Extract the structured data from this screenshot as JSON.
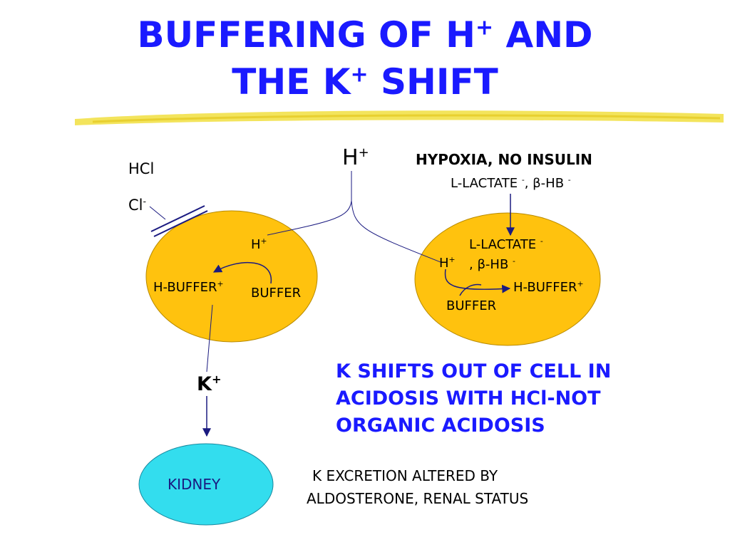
{
  "title": {
    "line1": "BUFFERING OF H",
    "line1_sup": "+",
    "line1_end": " AND",
    "line2": "THE K",
    "line2_sup": "+",
    "line2_end": " SHIFT"
  },
  "left": {
    "hcl": "HCl",
    "cl": "Cl",
    "cl_sup": "-",
    "h": "H",
    "h_sup": "+",
    "hbuffer": "H-BUFFER",
    "hbuffer_sup": "+",
    "buffer": "BUFFER",
    "k": "K",
    "k_sup": "+",
    "kidney": "KIDNEY"
  },
  "top": {
    "h": "H",
    "h_sup": "+"
  },
  "right": {
    "hypoxia": "HYPOXIA, NO INSULIN",
    "lactate_a": "L-LACTATE ",
    "lactate_a_sup": "-",
    "hb_a": ",  β-HB ",
    "hb_a_sup": "-",
    "lactate_b": "L-LACTATE ",
    "lactate_b_sup": "-",
    "h": "H",
    "h_sup": "+",
    "hb_b": ",  β-HB ",
    "hb_b_sup": "-",
    "hbuffer": "H-BUFFER",
    "hbuffer_sup": "+",
    "buffer": "BUFFER"
  },
  "notes": {
    "kshift_1": "K SHIFTS OUT OF CELL IN",
    "kshift_2": "ACIDOSIS WITH HCl-NOT",
    "kshift_3": "ORGANIC ACIDOSIS",
    "excretion_1": "K EXCRETION ALTERED BY",
    "excretion_2": "ALDOSTERONE, RENAL STATUS"
  },
  "colors": {
    "title": "#1a1aff",
    "cell_fill": "#ffc20e",
    "kidney_fill": "#33ddee",
    "underline": "#f2e14a",
    "arrow": "#1a1a80"
  }
}
